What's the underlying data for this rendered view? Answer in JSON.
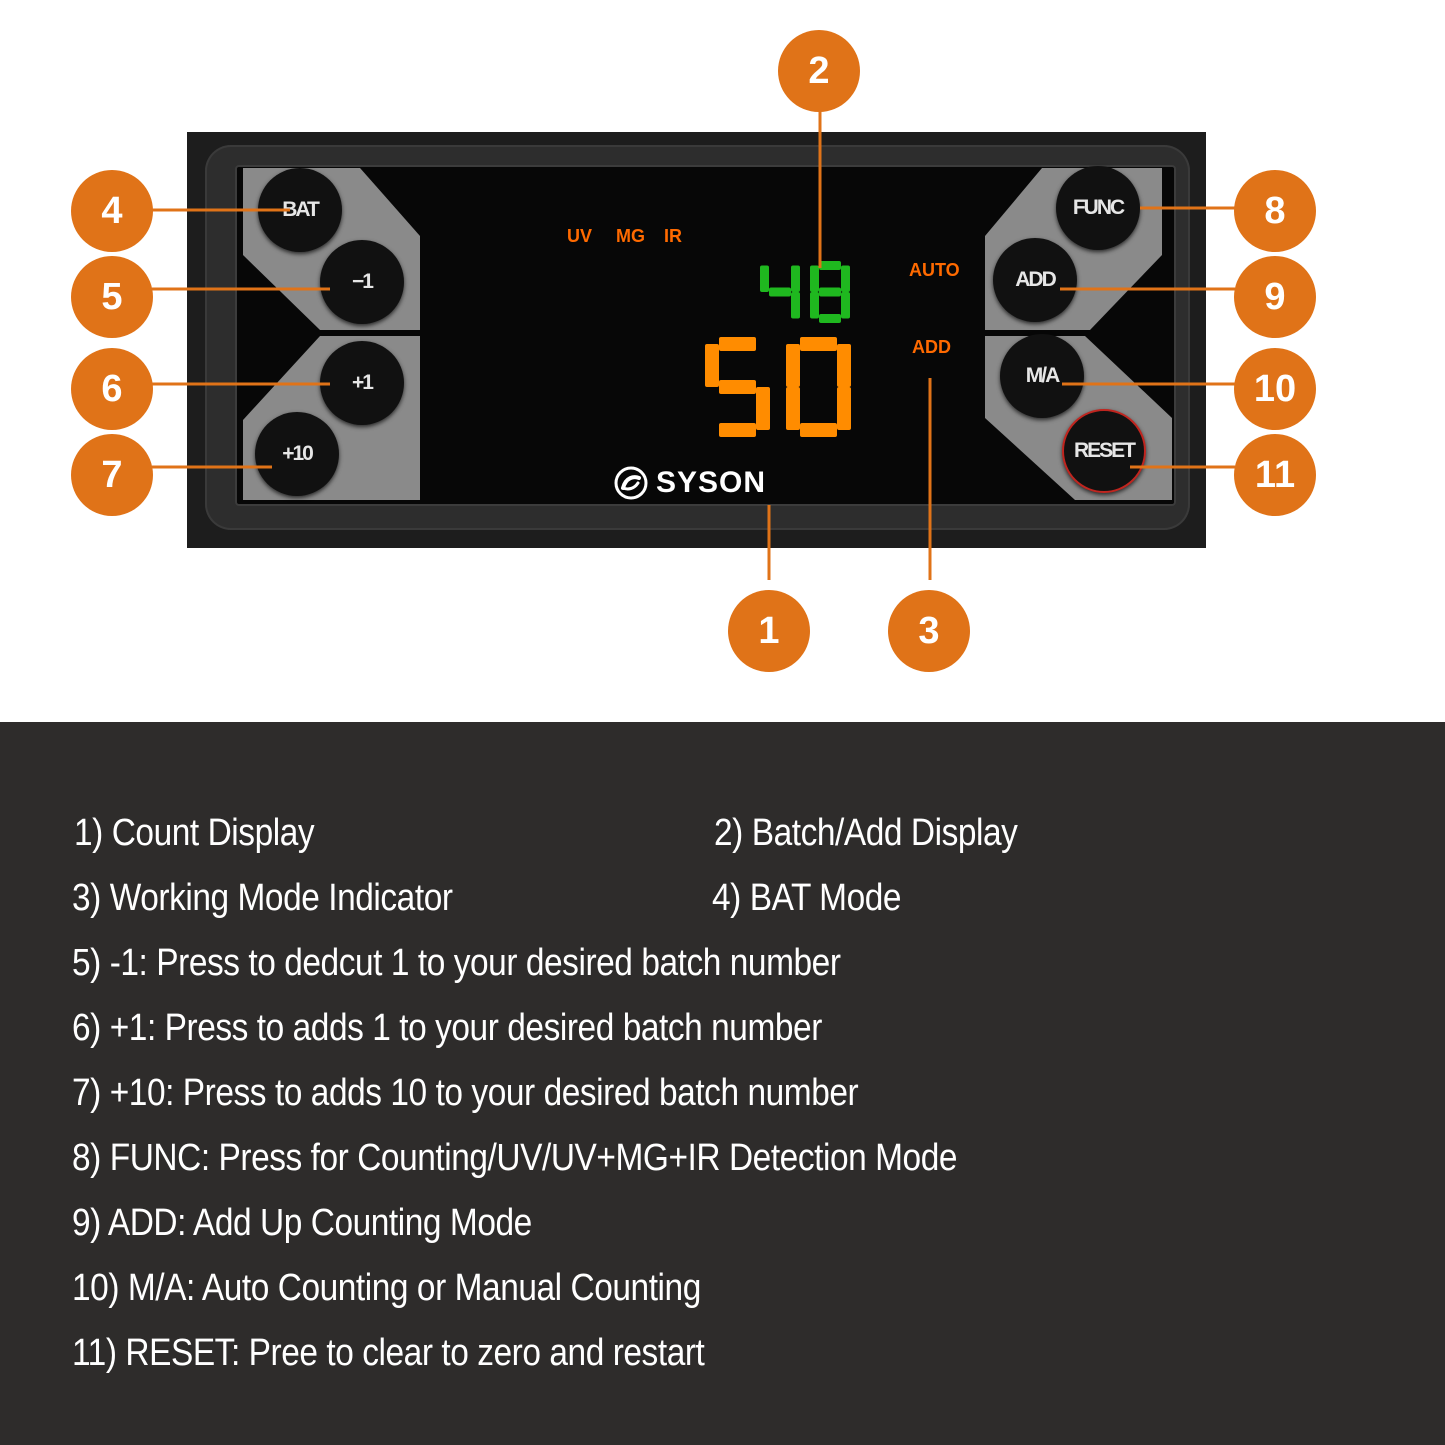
{
  "panel": {
    "indicators": {
      "uv": "UV",
      "mg": "MG",
      "ir": "IR",
      "auto": "AUTO",
      "add": "ADD"
    },
    "batch_display": {
      "value": "48",
      "color": "#1fb81f"
    },
    "count_display": {
      "value": "50",
      "color": "#ff8c00"
    },
    "brand": "SYSON",
    "buttons": {
      "bat": "BAT",
      "minus1": "−1",
      "plus1": "+1",
      "plus10": "+10",
      "func": "FUNC",
      "add": "ADD",
      "ma": "M/A",
      "reset": "RESET"
    }
  },
  "callouts": [
    "1",
    "2",
    "3",
    "4",
    "5",
    "6",
    "7",
    "8",
    "9",
    "10",
    "11"
  ],
  "legend": {
    "item1": "1) Count Display",
    "item2": "2) Batch/Add Display",
    "item3": "3) Working Mode Indicator",
    "item4": "4) BAT Mode",
    "item5": "5) -1: Press to dedcut 1 to your  desired batch number",
    "item6": "6) +1: Press to adds 1 to your desired batch number",
    "item7": "7) +10: Press to adds 10 to your desired batch number",
    "item8": "8) FUNC: Press for Counting/UV/UV+MG+IR Detection Mode",
    "item9": "9) ADD: Add Up Counting Mode",
    "item10": "10) M/A:  Auto Counting or Manual Counting",
    "item11": "11) RESET: Pree to clear to zero and restart"
  },
  "colors": {
    "accent": "#e07318",
    "indicator": "#ff6a00",
    "dark_background": "#2e2c2b",
    "reset_ring": "#c0251f"
  }
}
